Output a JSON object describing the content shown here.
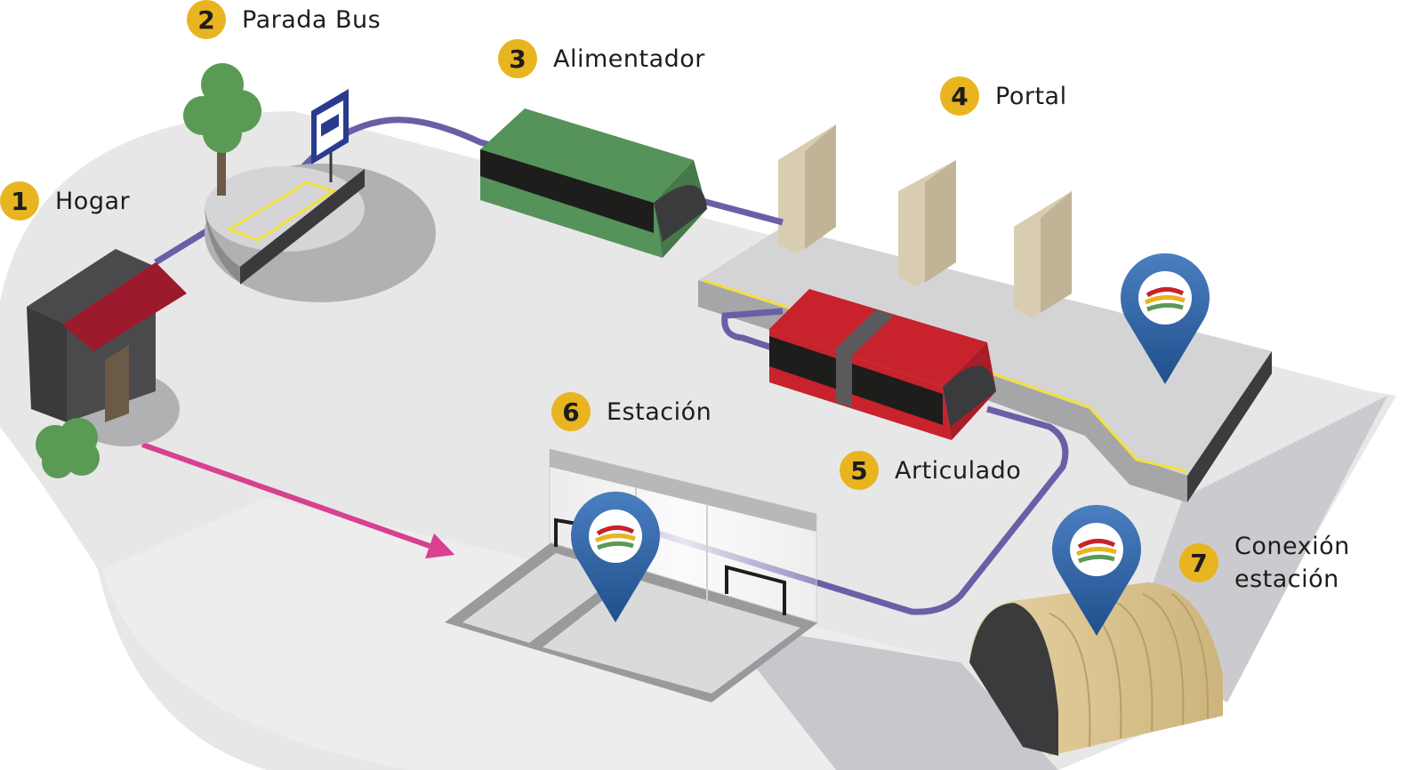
{
  "steps": [
    {
      "number": "1",
      "label": "Hogar"
    },
    {
      "number": "2",
      "label": "Parada Bus"
    },
    {
      "number": "3",
      "label": "Alimentador"
    },
    {
      "number": "4",
      "label": "Portal"
    },
    {
      "number": "5",
      "label": "Articulado"
    },
    {
      "number": "6",
      "label": "Estación"
    },
    {
      "number": "7",
      "label": "Conexión\nestación"
    }
  ],
  "colors": {
    "badge": "#e8b420",
    "route_feeder": "#6a5fa6",
    "route_walk": "#d7418f",
    "feeder_bus": "#55935a",
    "articulated_bus": "#c8222c",
    "house_roof": "#9b1b2c",
    "pin": "#2f63a3",
    "tree": "#5a9a55"
  },
  "icons": [
    "house-icon",
    "tree-icon",
    "bus-stop-sign-icon",
    "feeder-bus-icon",
    "articulated-bus-icon",
    "location-pin-icon",
    "tunnel-icon"
  ]
}
